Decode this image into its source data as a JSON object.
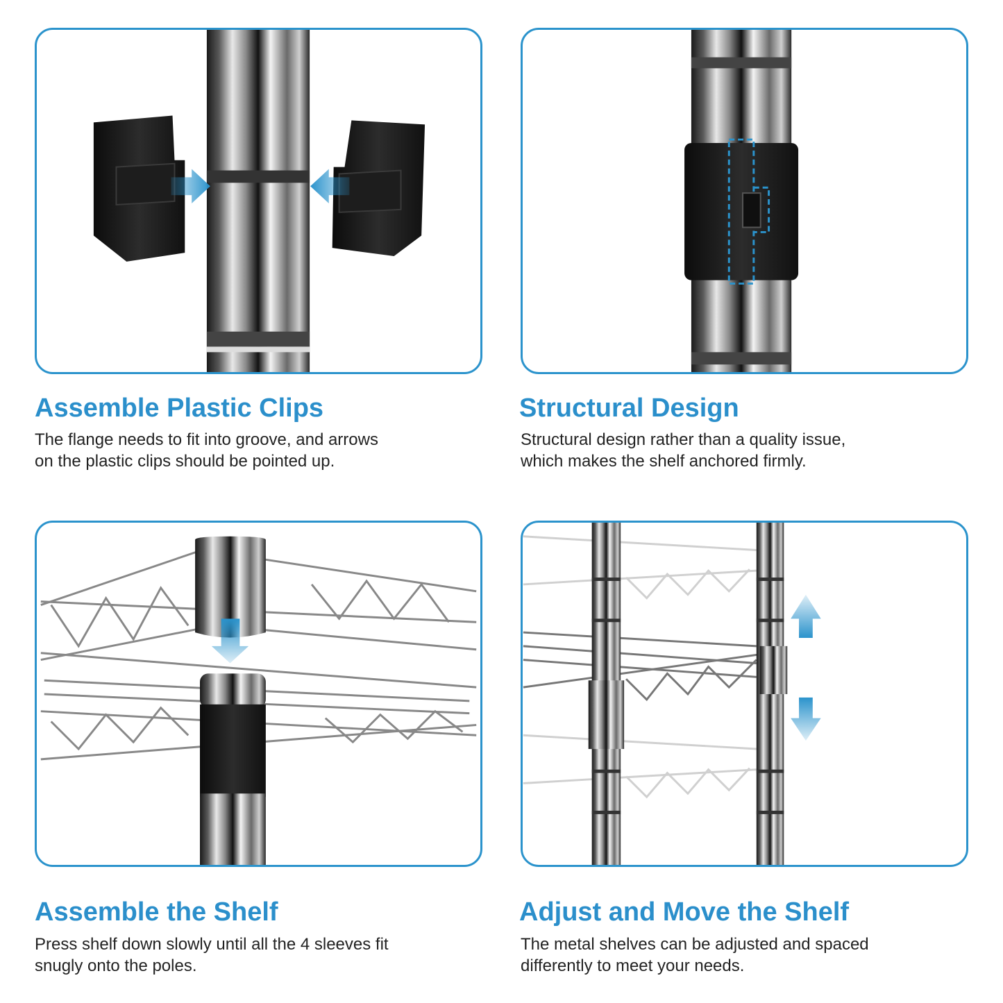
{
  "accent_color": "#2b93cc",
  "sections": [
    {
      "title": "Assemble Plastic Clips",
      "desc_lines": [
        "The flange needs to fit into groove, and arrows",
        "on the plastic clips should be pointed up."
      ],
      "image_icon": "pole-with-plastic-clips"
    },
    {
      "title": "Structural Design",
      "desc_lines": [
        "Structural design rather than a quality issue,",
        "which makes the shelf anchored firmly."
      ],
      "image_icon": "pole-with-locked-sleeve"
    },
    {
      "title": "Assemble the Shelf",
      "desc_lines": [
        "Press shelf down slowly until all the 4 sleeves fit",
        "snugly onto the poles."
      ],
      "image_icon": "shelf-corner-sleeve"
    },
    {
      "title": "Adjust and Move the Shelf",
      "desc_lines": [
        "The metal shelves can be adjusted and spaced",
        "differently to meet your needs."
      ],
      "image_icon": "adjustable-shelves"
    }
  ]
}
